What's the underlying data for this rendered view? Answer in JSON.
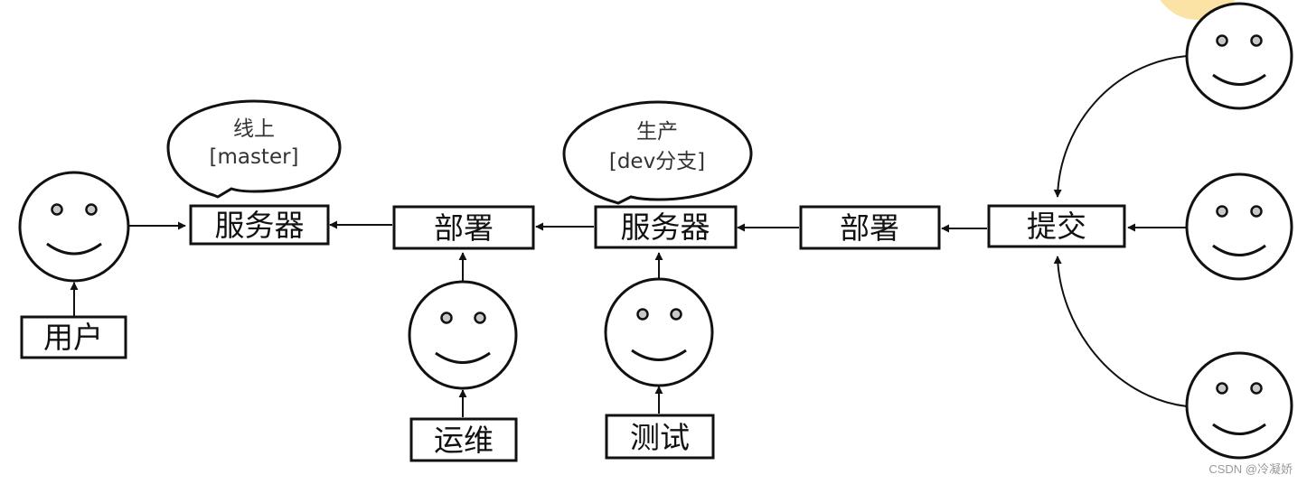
{
  "boxes": {
    "user": "用户",
    "server_master": "服务器",
    "deploy_ops": "部署",
    "server_dev": "服务器",
    "deploy_dev": "部署",
    "commit": "提交",
    "ops": "运维",
    "test": "测试"
  },
  "bubbles": {
    "master": {
      "line1": "线上",
      "line2": "[master]"
    },
    "dev": {
      "line1": "生产",
      "line2": "[dev分支]"
    }
  },
  "watermark": "CSDN @冷凝娇",
  "colors": {
    "stroke": "#111111",
    "eye_fill": "#c8c8c8",
    "corner_accent": "#fbe3a6",
    "watermark": "#9a9a9a"
  }
}
